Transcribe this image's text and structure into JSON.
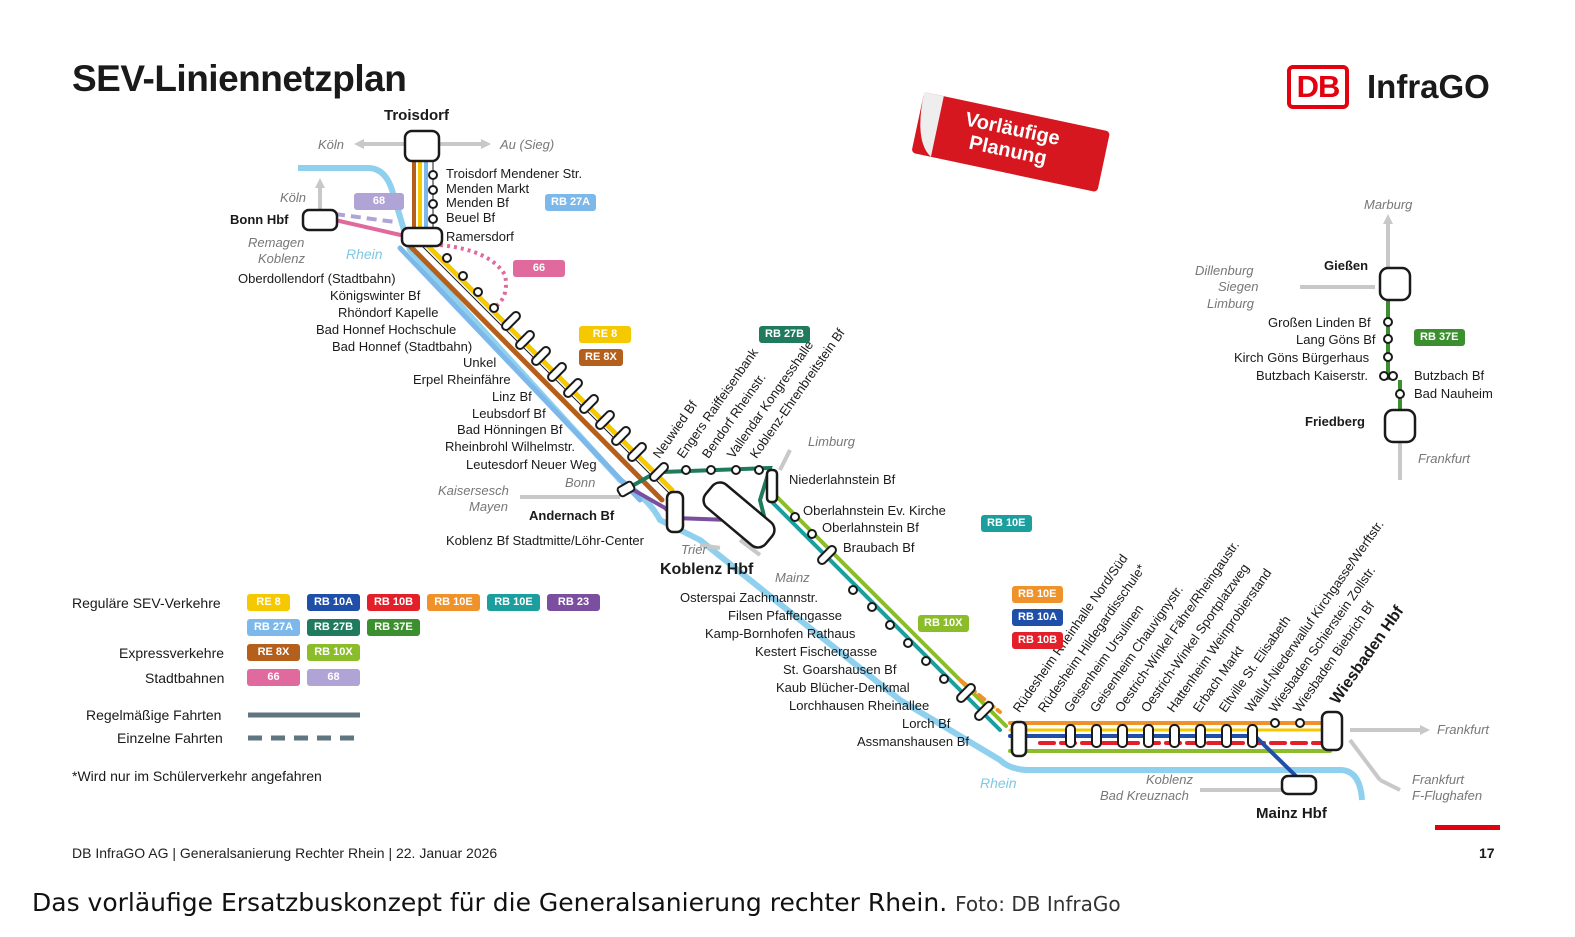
{
  "header": {
    "title": "SEV-Liniennetzplan"
  },
  "logo": {
    "db": "DB",
    "name": "InfraGO"
  },
  "stamp": {
    "line1": "Vorläufige",
    "line2": "Planung"
  },
  "hubs": {
    "troisdorf": "Troisdorf",
    "bonn": "Bonn Hbf",
    "andernach": "Andernach Bf",
    "koblenz": "Koblenz Hbf",
    "wiesbaden": "Wiesbaden Hbf",
    "mainz": "Mainz Hbf",
    "giessen": "Gießen",
    "friedberg": "Friedberg"
  },
  "directions": {
    "koeln_top": "Köln",
    "au_sieg": "Au (Sieg)",
    "koeln_left": "Köln",
    "remagen": "Remagen",
    "koblenz_left": "Koblenz",
    "kaisersesch": "Kaisersesch",
    "mayen": "Mayen",
    "bonn": "Bonn",
    "limburg": "Limburg",
    "trier": "Trier",
    "mainz": "Mainz",
    "frankfurt_w": "Frankfurt",
    "frankfurt_m": "Frankfurt",
    "f_flughafen": "F-Flughafen",
    "koblenz_bottom": "Koblenz",
    "bad_kreuznach": "Bad Kreuznach",
    "marburg": "Marburg",
    "dillenburg": "Dillenburg",
    "siegen": "Siegen",
    "limburg_g": "Limburg",
    "frankfurt_g": "Frankfurt"
  },
  "rivers": {
    "rhein_top": "Rhein",
    "rhein_bottom": "Rhein"
  },
  "stations": {
    "sieg": [
      "Troisdorf Mendener Str.",
      "Menden Markt",
      "Menden Bf",
      "Beuel Bf",
      "Ramersdorf"
    ],
    "rhein_upper": [
      "Oberdollendorf (Stadtbahn)",
      "Königswinter Bf",
      "Rhöndorf Kapelle",
      "Bad Honnef Hochschule",
      "Bad Honnef (Stadtbahn)",
      "Unkel",
      "Erpel Rheinfähre",
      "Linz Bf",
      "Leubsdorf Bf",
      "Bad Hönningen Bf",
      "Rheinbrohl Wilhelmstr.",
      "Leutesdorf Neuer Weg"
    ],
    "koblenz_stadtmitte": "Koblenz Bf Stadtmitte/Löhr-Center",
    "neuwied": [
      "Neuwied Bf",
      "Engers Raiffeisenbank",
      "Bendorf Rheinstr.",
      "Vallendar Kongresshalle",
      "Koblenz-Ehrenbreitstein Bf"
    ],
    "lahn": [
      "Niederlahnstein Bf",
      "Oberlahnstein Ev. Kirche",
      "Oberlahnstein Bf",
      "Braubach Bf"
    ],
    "rhein_lower": [
      "Osterspai Zachmannstr.",
      "Filsen Pfaffengasse",
      "Kamp-Bornhofen Rathaus",
      "Kestert Fischergasse",
      "St. Goarshausen Bf",
      "Kaub Blücher-Denkmal",
      "Lorchhausen Rheinallee",
      "Lorch Bf",
      "Assmanshausen Bf"
    ],
    "rheingau": [
      "Rüdesheim Rheinhalle Nord/Süd",
      "Rüdesheim Hildegardisschule*",
      "Geisenheim Ursulinen",
      "Geisenheim Chauvignystr.",
      "Oestrich-Winkel Fähre/Rheingaustr.",
      "Oestrich-Winkel Sportplatzweg",
      "Hattenheim Weinprobierstand",
      "Erbach Markt",
      "Eltville St. Elisabeth",
      "Walluf-Niederwalluf Kirchgasse/Werftstr.",
      "Wiesbaden Schierstein Zollstr.",
      "Wiesbaden Biebrich Bf"
    ],
    "giessen": [
      "Großen Linden Bf",
      "Lang Göns Bf",
      "Kirch Göns Bürgerhaus",
      "Butzbach Kaiserstr.",
      "Butzbach Bf",
      "Bad Nauheim"
    ]
  },
  "map_badges": [
    {
      "label": "68",
      "color": "#b0a3d6"
    },
    {
      "label": "RB 27A",
      "color": "#7cb8ea"
    },
    {
      "label": "66",
      "color": "#e0699e"
    },
    {
      "label": "RE 8",
      "color": "#f5c800"
    },
    {
      "label": "RE 8X",
      "color": "#b45f1b"
    },
    {
      "label": "RB 27B",
      "color": "#1f7a5e"
    },
    {
      "label": "RB 10E",
      "color": "#1a9e9e"
    },
    {
      "label": "RB 37E",
      "color": "#3c8f2e"
    },
    {
      "label": "RB 10X",
      "color": "#8bbd2b"
    },
    {
      "label": "RB 10E",
      "color": "#f0922a"
    },
    {
      "label": "RB 10A",
      "color": "#1f4fa8"
    },
    {
      "label": "RB 10B",
      "color": "#e3202a"
    }
  ],
  "legend": {
    "regular_label": "Reguläre SEV-Verkehre",
    "regular": [
      {
        "label": "RE 8",
        "color": "#f5c800"
      },
      {
        "label": "RB 10A",
        "color": "#1f4fa8"
      },
      {
        "label": "RB 10B",
        "color": "#e3202a"
      },
      {
        "label": "RB 10E",
        "color": "#f0922a"
      },
      {
        "label": "RB 10E",
        "color": "#1a9e9e"
      },
      {
        "label": "RB 23",
        "color": "#7b4ea0"
      },
      {
        "label": "RB 27A",
        "color": "#7cb8ea"
      },
      {
        "label": "RB 27B",
        "color": "#1f7a5e"
      },
      {
        "label": "RB 37E",
        "color": "#3c8f2e"
      }
    ],
    "express_label": "Expressverkehre",
    "express": [
      {
        "label": "RE 8X",
        "color": "#b45f1b"
      },
      {
        "label": "RB 10X",
        "color": "#8bbd2b"
      }
    ],
    "stadtbahn_label": "Stadtbahnen",
    "stadtbahn": [
      {
        "label": "66",
        "color": "#e0699e"
      },
      {
        "label": "68",
        "color": "#b0a3d6"
      }
    ],
    "regular_trips": "Regelmäßige Fahrten",
    "single_trips": "Einzelne Fahrten",
    "note": "*Wird nur im Schülerverkehr angefahren"
  },
  "footer": {
    "text": "DB InfraGO AG | Generalsanierung Rechter Rhein | 22. Januar 2026",
    "page": "17"
  },
  "caption": {
    "text": "Das vorläufige Ersatzbuskonzept für die Generalsanierung rechter Rhein.",
    "credit": "Foto: DB InfraGo"
  }
}
